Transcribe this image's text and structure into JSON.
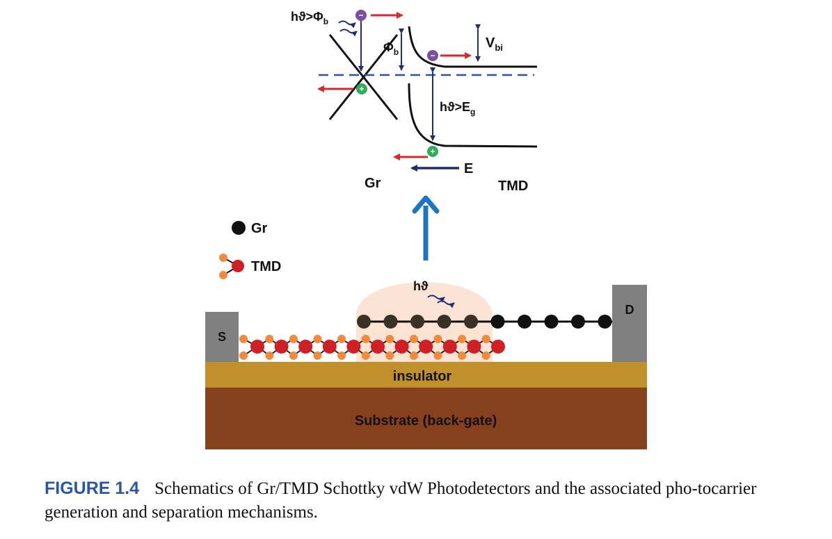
{
  "band_diagram": {
    "photon_gr": "hϑ>Φ",
    "photon_gr_sub": "b",
    "barrier": "Φ",
    "barrier_sub": "b",
    "vbi": "V",
    "vbi_sub": "bi",
    "photon_tmd": "hϑ>E",
    "photon_tmd_sub": "g",
    "field": "E",
    "gr_label": "Gr",
    "tmd_label": "TMD",
    "electron_sign": "−",
    "hole_sign": "+"
  },
  "legend": {
    "gr": "Gr",
    "tmd": "TMD"
  },
  "device": {
    "source": "S",
    "drain": "D",
    "photon": "hϑ",
    "insulator": "insulator",
    "substrate": "Substrate (back-gate)"
  },
  "colors": {
    "insulator": "#c0902a",
    "substrate": "#86401c",
    "contact": "#808080",
    "tmd_metal": "#d11f26",
    "tmd_chalcogen": "#f08a3c",
    "graphene": "#111111",
    "electron": "#7b4fa0",
    "hole": "#2fae5a",
    "arrow_red": "#d42a2a",
    "arrow_navy": "#1e2f6e",
    "arrow_blue": "#1c74c2",
    "glow": "#fbe4d4",
    "caption_label": "#2a56a8"
  },
  "caption": {
    "label": "FIGURE 1.4",
    "text": "Schematics of Gr/TMD Schottky vdW Photodetectors and the associated pho-tocarrier generation and separation mechanisms."
  }
}
